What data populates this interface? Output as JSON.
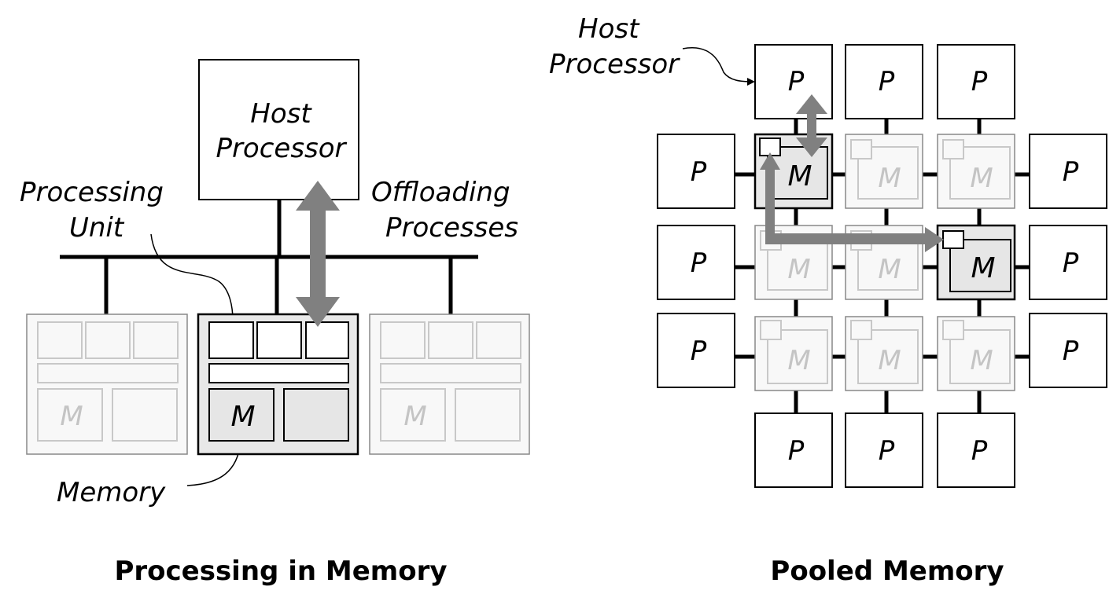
{
  "left": {
    "caption": "Processing in Memory",
    "host_label_line1": "Host",
    "host_label_line2": "Processor",
    "pu_label_line1": "Processing",
    "pu_label_line2": "Unit",
    "offload_label_line1": "Offloading",
    "offload_label_line2": "Processes",
    "memory_label": "Memory",
    "module_mem_label": "M"
  },
  "right": {
    "caption": "Pooled Memory",
    "host_label_line1": "Host",
    "host_label_line2": "Processor",
    "processor_label": "P",
    "memory_label": "M"
  },
  "colors": {
    "arrow": "#808080",
    "faded": "#c4c4c4",
    "active_fill": "#e6e6e6"
  }
}
